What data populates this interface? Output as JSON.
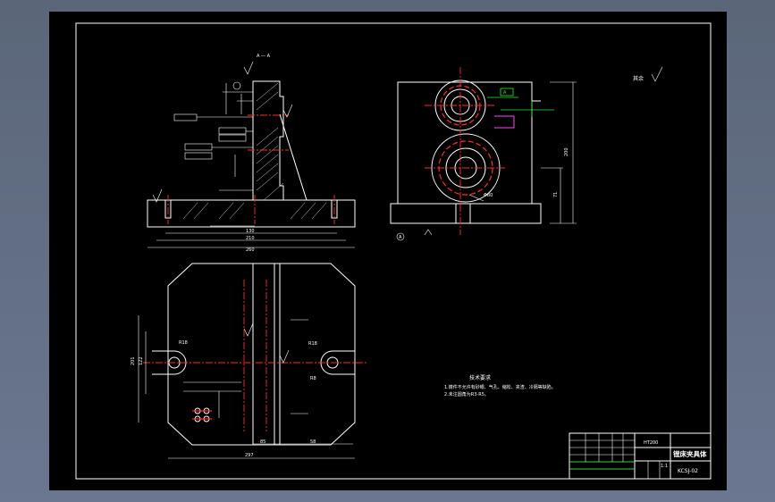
{
  "drawing": {
    "section_label": "A — A",
    "roughness_note": "其余",
    "tech_requirements": {
      "title": "技术要求",
      "items": [
        "1.铸件不允许有砂眼、气孔、缩松、夹渣、冷隔等缺陷。",
        "2.未注圆角为R3-R5。"
      ]
    },
    "title_block": {
      "material": "HT200",
      "part_name": "镗床夹具体",
      "drawing_no": "KCSJ-02",
      "scale": "1:1"
    },
    "dims": {
      "front_base_1": "130",
      "front_base_2": "210",
      "front_base_3": "260",
      "side_height_1": "200",
      "side_height_2": "71",
      "side_dia": "Φ80",
      "top_width": "297",
      "top_height": "201",
      "top_height_2": "122",
      "top_r1": "R18",
      "top_r2": "R18",
      "top_r3": "R8",
      "top_85": "85",
      "top_58": "58",
      "view_marker": "A"
    }
  },
  "colors": {
    "background": "#000000",
    "line": "#ffffff",
    "center_line": "#ff2b2b",
    "dimension": "#22ee33",
    "frame_gradient": "#5b6679"
  }
}
